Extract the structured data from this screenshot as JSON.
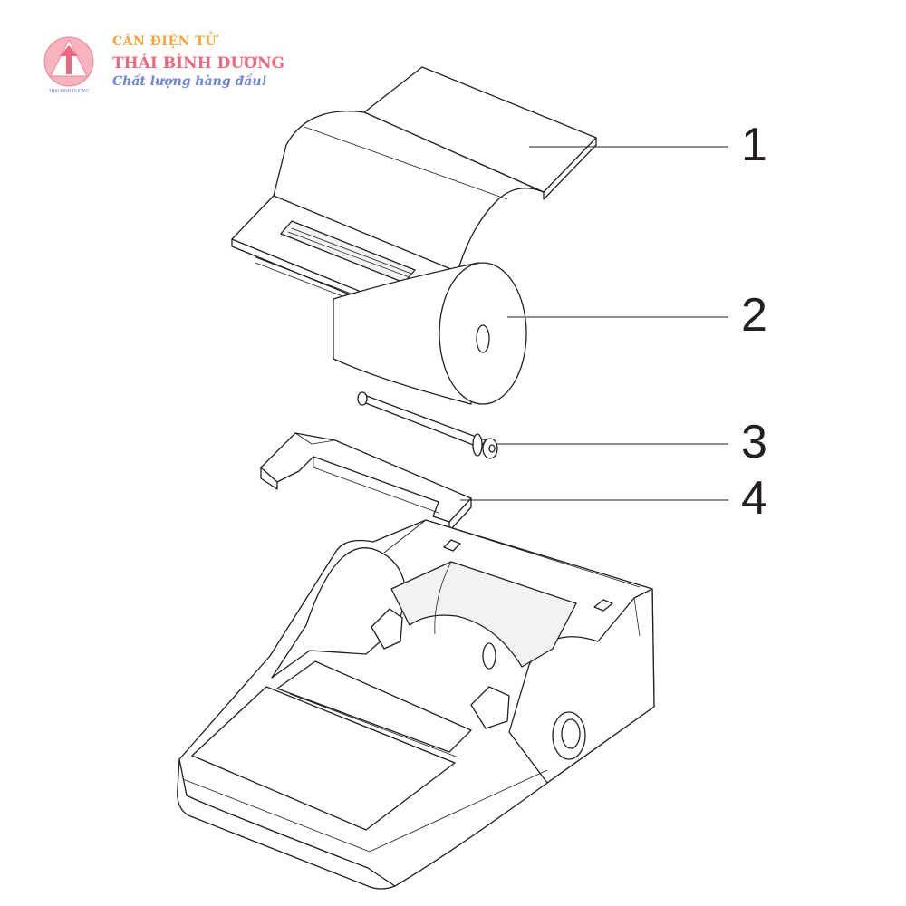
{
  "brand": {
    "line1": "CÂN ĐIỆN TỬ",
    "line2": "THÁI BÌNH DƯƠNG",
    "tagline": "Chất lượng hàng đầu!",
    "logo_caption": "THAI BINH DUONG",
    "colors": {
      "primary": "#ec6a80",
      "secondary": "#f2a33a",
      "tagline": "#6d84d8",
      "logo_fill": "#f9b3bf"
    }
  },
  "callouts": [
    "1",
    "2",
    "3",
    "4"
  ]
}
